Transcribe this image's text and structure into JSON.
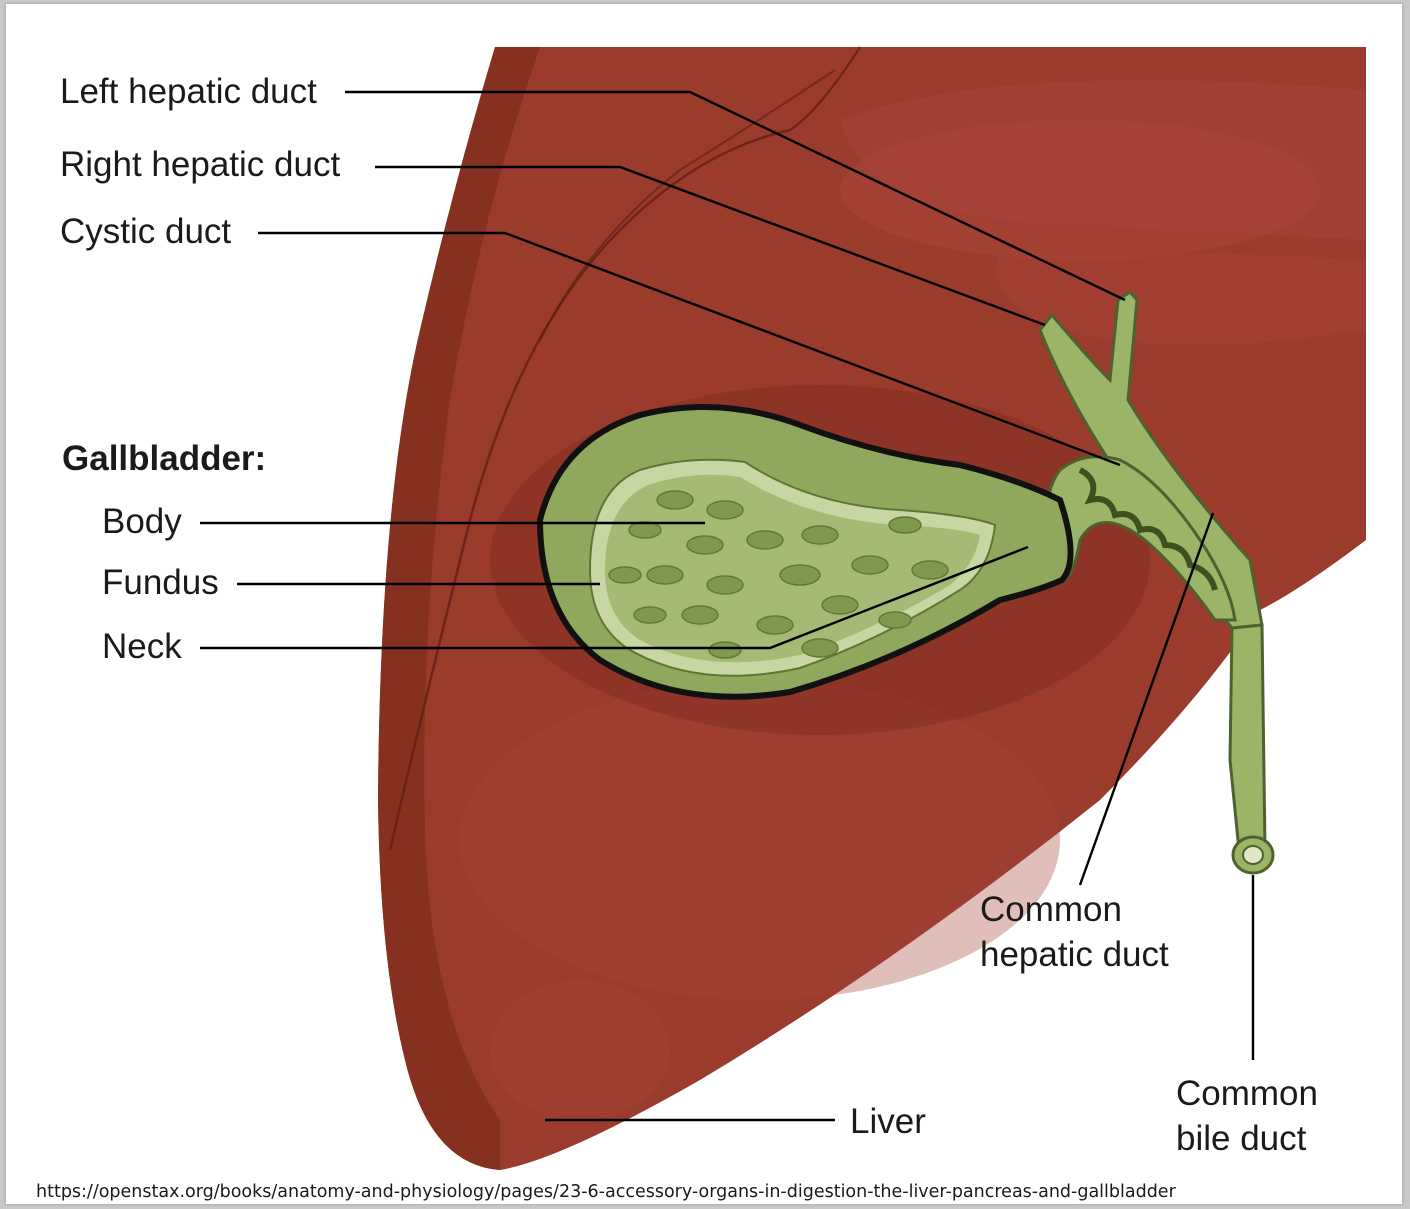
{
  "labels": {
    "left_hepatic_duct": "Left hepatic duct",
    "right_hepatic_duct": "Right hepatic duct",
    "cystic_duct": "Cystic duct",
    "gallbladder_heading": "Gallbladder:",
    "body": "Body",
    "fundus": "Fundus",
    "neck": "Neck",
    "common_hepatic_duct": "Common\nhepatic duct",
    "common_bile_duct": "Common\nbile duct",
    "liver": "Liver"
  },
  "source_url": "https://openstax.org/books/anatomy-and-physiology/pages/23-6-accessory-organs-in-digestion-the-liver-pancreas-and-gallbladder",
  "colors": {
    "liver": "#9a3b2c",
    "liver_shadow": "#86301f",
    "gallbladder": "#90a85e",
    "gallbladder_inner": "#a5bb75",
    "duct": "#9cb468",
    "leader_line": "#000000"
  }
}
